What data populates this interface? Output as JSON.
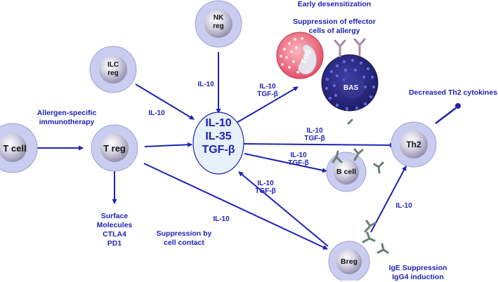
{
  "cells": {
    "t_cell": "T cell",
    "t_reg": "T reg",
    "nk_reg": [
      "NK",
      "reg"
    ],
    "ilc_reg": [
      "ILC",
      "reg"
    ],
    "th2": "Th2",
    "b_cell": "B cell",
    "breg": "Breg",
    "eos": "EOS",
    "bas": "BAS"
  },
  "center_cytokines": [
    "IL-10",
    "IL-35",
    "TGF-β"
  ],
  "labels": {
    "allergen_immunotherapy": [
      "Allergen-specific",
      "immunotherapy"
    ],
    "early_desensitization": "Early desensitization",
    "suppression_effector": [
      "Suppression of effector",
      "cells of allergy"
    ],
    "decreased_th2": "Decreased Th2 cytokines",
    "surface_molecules": [
      "Surface",
      "Molecules",
      "CTLA4",
      "PD1"
    ],
    "suppression_contact": [
      "Suppression by",
      "cell contact"
    ],
    "ige_igg4": [
      "IgE Suppression",
      "IgG4 induction"
    ]
  },
  "arrow_labels": {
    "nk_to_center": "IL-10",
    "ilc_to_center": "IL-10",
    "center_to_effectors": [
      "IL-10",
      "TGF-β"
    ],
    "center_to_th2": [
      "IL-10",
      "TGF-β"
    ],
    "center_to_bcell": [
      "IL-10",
      "TGF-β"
    ],
    "breg_to_center": [
      "IL-10",
      "TGF-β"
    ],
    "treg_to_breg": "IL-10",
    "breg_to_th2": "IL-10"
  },
  "colors": {
    "accent": "#1e22b4",
    "cell_fill": "#c9cdef",
    "cell_core": "#a8a3bd",
    "eos_fill": "#f06b80",
    "bas_fill": "#24237a",
    "antibody": "#6b8073",
    "antibody_purple": "#a88aaa"
  }
}
